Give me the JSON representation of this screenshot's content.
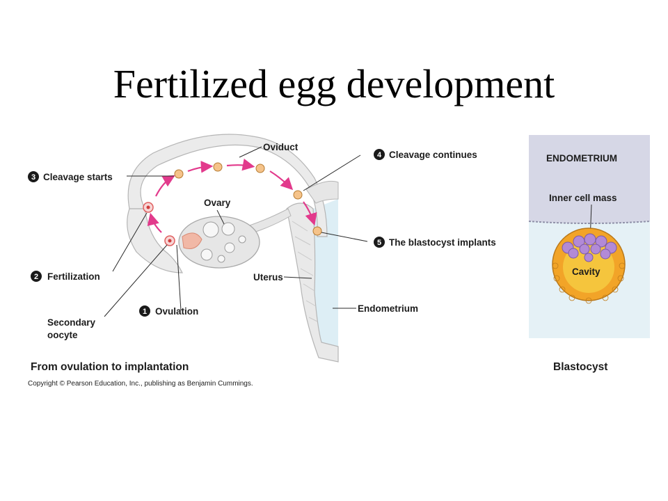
{
  "title": "Fertilized egg development",
  "main_diagram": {
    "labels": {
      "oviduct": "Oviduct",
      "ovary": "Ovary",
      "uterus": "Uterus",
      "endometrium": "Endometrium",
      "secondary_oocyte_line1": "Secondary",
      "secondary_oocyte_line2": "oocyte"
    },
    "steps": [
      {
        "num": "1",
        "label": "Ovulation"
      },
      {
        "num": "2",
        "label": "Fertilization"
      },
      {
        "num": "3",
        "label": "Cleavage starts"
      },
      {
        "num": "4",
        "label": "Cleavage continues"
      },
      {
        "num": "5",
        "label": "The blastocyst implants"
      }
    ],
    "caption": "From ovulation to implantation",
    "copyright": "Copyright © Pearson Education, Inc., publishing as Benjamin Cummings."
  },
  "blastocyst_panel": {
    "endometrium_label": "ENDOMETRIUM",
    "inner_cell_mass_label": "Inner cell mass",
    "cavity_label": "Cavity",
    "caption": "Blastocyst"
  },
  "colors": {
    "tissue": "#ebebeb",
    "tissue_stroke": "#b5b5b5",
    "lumen": "#ddeef5",
    "arrow": "#e23a8c",
    "badge": "#1a1a1a",
    "endometrium_bg": "#d6d7e6",
    "fluid_bg": "#e5f1f6",
    "trophoblast": "#f2a428",
    "inner_cells": "#b28ad6",
    "cavity": "#f5c53d"
  }
}
